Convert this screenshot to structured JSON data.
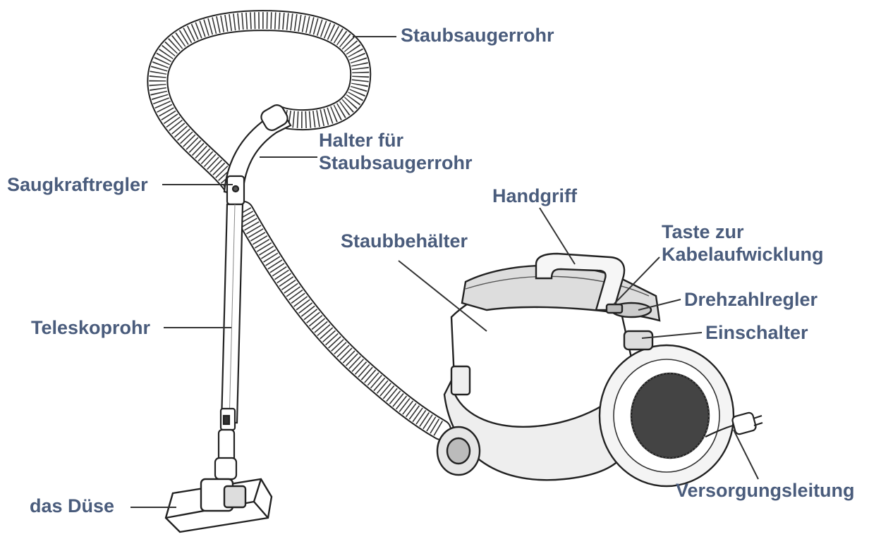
{
  "labels": {
    "hose": "Staubsaugerrohr",
    "hose_holder": [
      "Halter für",
      "Staubsaugerrohr"
    ],
    "suction_control": "Saugkraftregler",
    "handle": "Handgriff",
    "dust_container": "Staubbehälter",
    "cable_rewind_button": [
      "Taste zur",
      "Kabelaufwicklung"
    ],
    "speed_control": "Drehzahlregler",
    "power_switch": "Einschalter",
    "telescopic_tube": "Teleskoprohr",
    "power_cord": "Versorgungsleitung",
    "nozzle": "das Düse"
  },
  "colors": {
    "label_text": "#4a5c7c",
    "line_art": "#222222",
    "leader_line": "#333333"
  }
}
